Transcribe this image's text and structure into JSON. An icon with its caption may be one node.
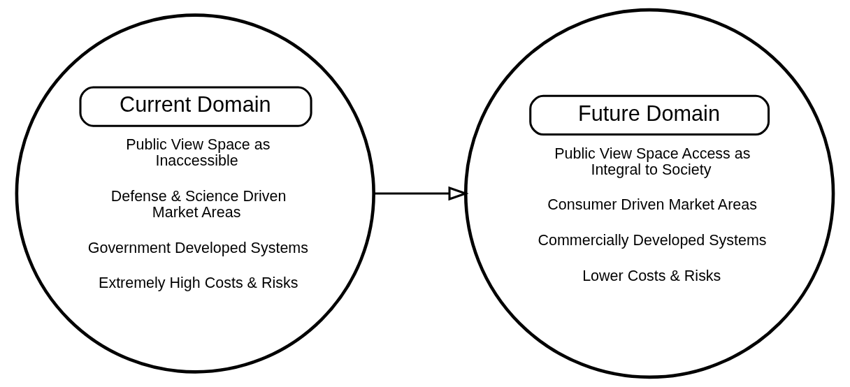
{
  "diagram": {
    "nodes": [
      {
        "text": [
          "Current Domain",
          "Public View Space as Inaccessible",
          "Defense & Science Driven Market Areas",
          "Government Developed Systems",
          "Extremely High Costs & Risks"
        ]
      },
      {
        "text": [
          "Future Domain",
          "Public View Space Access as Integral to Society",
          "Consumer Driven Market Areas",
          "Commercially Developed Systems",
          "Lower Costs & Risks"
        ]
      }
    ],
    "edges": [
      {
        "from": 0,
        "to": 1,
        "arrow": "to"
      }
    ]
  }
}
